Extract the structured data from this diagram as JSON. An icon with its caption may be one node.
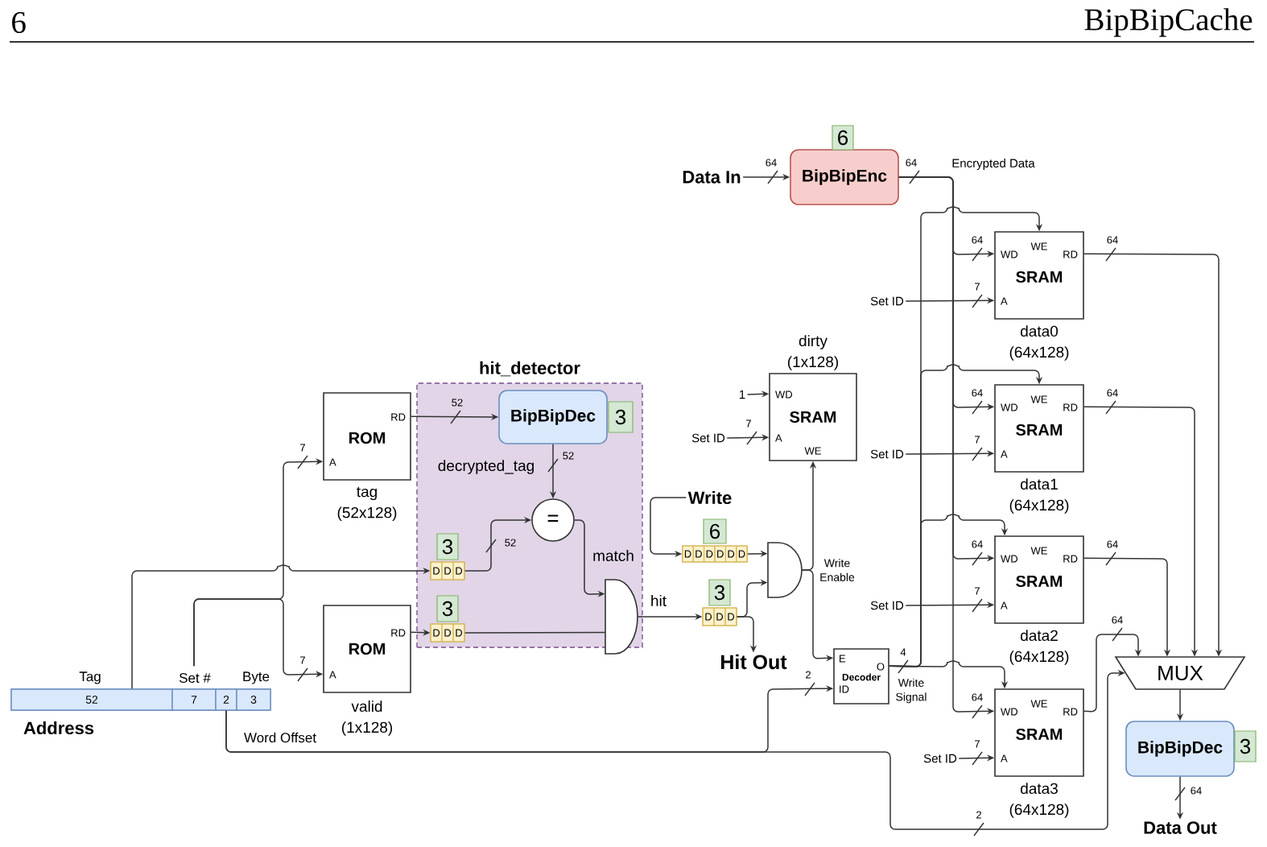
{
  "diagram": {
    "nodes": [
      {
        "text": [
          "Data In"
        ]
      },
      {
        "text": [
          "BipBipEnc"
        ],
        "beside": [
          "6"
        ]
      },
      {
        "text": [
          "WE",
          "WD",
          "RD",
          "SRAM",
          "A"
        ],
        "beside": [
          "data0 (64x128)"
        ]
      },
      {
        "text": [
          "Set ID"
        ]
      },
      {
        "text": [
          "WD",
          "SRAM",
          "A",
          "WE"
        ],
        "beside": [
          "dirty (1x128)"
        ]
      },
      {
        "text": [
          "1"
        ]
      },
      {
        "text": [
          "Set ID"
        ]
      },
      {
        "text": [
          "hit_detector"
        ]
      },
      {
        "text": [
          "RD",
          "ROM",
          "A"
        ],
        "beside": [
          "tag (52x128)"
        ]
      },
      {
        "text": [
          "BipBipDec"
        ],
        "beside": [
          "3"
        ],
        "in": 7
      },
      {
        "text": [
          "WE",
          "WD",
          "RD",
          "SRAM",
          "A"
        ],
        "beside": [
          "data1 (64x128)"
        ]
      },
      {
        "text": [
          "Set ID"
        ]
      },
      {
        "text": [
          "="
        ],
        "in": 7
      },
      {
        "text": [
          "3",
          "D",
          "D",
          "D"
        ],
        "in": 7
      },
      {
        "text": [
          "Write"
        ]
      },
      {
        "text": [
          "6",
          "D",
          "D",
          "D",
          "D",
          "D",
          "D"
        ]
      },
      {
        "text": [],
        "shape": "gate"
      },
      {
        "text": [
          "WE",
          "WD",
          "RD",
          "SRAM",
          "A"
        ],
        "beside": [
          "data2 (64x128)"
        ]
      },
      {
        "text": [
          "Set ID"
        ]
      },
      {
        "text": [
          "RD",
          "ROM",
          "A"
        ],
        "beside": [
          "valid (1x128)"
        ]
      },
      {
        "text": [
          "3",
          "D",
          "D",
          "D"
        ],
        "in": 7
      },
      {
        "text": [],
        "shape": "gate",
        "in": 7
      },
      {
        "text": [
          "3",
          "D",
          "D",
          "D"
        ]
      },
      {
        "text": [
          "Hit Out"
        ]
      },
      {
        "text": [
          "E",
          "O",
          "Decoder",
          "ID"
        ]
      },
      {
        "text": [
          "MUX"
        ]
      },
      {
        "text": [
          "WE",
          "WD",
          "RD",
          "SRAM",
          "A"
        ],
        "beside": [
          "data3 (64x128)"
        ]
      },
      {
        "text": [
          "Set ID"
        ]
      },
      {
        "text": [
          "Address"
        ]
      },
      {
        "text": [
          "52"
        ],
        "beside": [
          "Tag"
        ],
        "in": 28
      },
      {
        "text": [
          "7"
        ],
        "beside": [
          "Set #"
        ],
        "in": 28
      },
      {
        "text": [
          "2"
        ],
        "beside": [
          "Word Offset"
        ],
        "in": 28
      },
      {
        "text": [
          "3"
        ],
        "beside": [
          "Byte"
        ],
        "in": 28
      },
      {
        "text": [
          "BipBipDec"
        ],
        "beside": [
          "3"
        ]
      },
      {
        "text": [
          "Data Out"
        ]
      }
    ],
    "edges": [
      {
        "from": 0,
        "to": 1,
        "arrow": "to",
        "label": "64"
      },
      {
        "from": 1,
        "to": 2,
        "arrow": "to",
        "label": "64"
      },
      {
        "from": 1,
        "to": 10,
        "arrow": "to",
        "label": "64"
      },
      {
        "from": 1,
        "to": 17,
        "arrow": "to",
        "label": "64"
      },
      {
        "from": 1,
        "to": 26,
        "arrow": "to",
        "label": "64"
      },
      {
        "from": 3,
        "to": 2,
        "arrow": "to",
        "label": "7"
      },
      {
        "from": 11,
        "to": 10,
        "arrow": "to",
        "label": "7"
      },
      {
        "from": 18,
        "to": 17,
        "arrow": "to",
        "label": "7"
      },
      {
        "from": 27,
        "to": 26,
        "arrow": "to",
        "label": "7"
      },
      {
        "from": 5,
        "to": 4,
        "arrow": "to"
      },
      {
        "from": 6,
        "to": 4,
        "arrow": "to",
        "label": "7"
      },
      {
        "from": 30,
        "to": 8,
        "arrow": "to",
        "label": "7"
      },
      {
        "from": 30,
        "to": 19,
        "arrow": "to",
        "label": "7"
      },
      {
        "from": 8,
        "to": 9,
        "arrow": "to",
        "label": "52"
      },
      {
        "from": 9,
        "to": 12,
        "arrow": "to",
        "label": "decrypted_tag"
      },
      {
        "from": 29,
        "to": 13,
        "arrow": "to"
      },
      {
        "from": 13,
        "to": 12,
        "arrow": "to",
        "label": "52"
      },
      {
        "from": 12,
        "to": 21,
        "arrow": "to",
        "label": "match"
      },
      {
        "from": 19,
        "to": 20,
        "arrow": "to"
      },
      {
        "from": 20,
        "to": 21,
        "arrow": "none"
      },
      {
        "from": 21,
        "to": 22,
        "arrow": "to",
        "label": "hit"
      },
      {
        "from": 14,
        "to": 15,
        "arrow": "to"
      },
      {
        "from": 15,
        "to": 16,
        "arrow": "to"
      },
      {
        "from": 22,
        "to": 16,
        "arrow": "to"
      },
      {
        "from": 22,
        "to": 23,
        "arrow": "to"
      },
      {
        "from": 16,
        "to": 4,
        "arrow": "to",
        "label": "Write Enable"
      },
      {
        "from": 16,
        "to": 24,
        "arrow": "to"
      },
      {
        "from": 31,
        "to": 24,
        "arrow": "to",
        "label": "2"
      },
      {
        "from": 31,
        "to": 25,
        "arrow": "to",
        "label": "2"
      },
      {
        "from": 24,
        "to": 2,
        "arrow": "to",
        "label": "Write Signal"
      },
      {
        "from": 24,
        "to": 10,
        "arrow": "to"
      },
      {
        "from": 24,
        "to": 17,
        "arrow": "to"
      },
      {
        "from": 24,
        "to": 26,
        "arrow": "to"
      },
      {
        "from": 2,
        "to": 25,
        "arrow": "to",
        "label": "64"
      },
      {
        "from": 10,
        "to": 25,
        "arrow": "to",
        "label": "64"
      },
      {
        "from": 17,
        "to": 25,
        "arrow": "to",
        "label": "64"
      },
      {
        "from": 26,
        "to": 25,
        "arrow": "to",
        "label": "64"
      },
      {
        "from": 25,
        "to": 33,
        "arrow": "to"
      },
      {
        "from": 33,
        "to": 34,
        "arrow": "to",
        "label": "64"
      }
    ],
    "labels": [
      "6",
      "BipBipCache",
      "64",
      "Encrypted Data",
      "52",
      "4"
    ]
  }
}
